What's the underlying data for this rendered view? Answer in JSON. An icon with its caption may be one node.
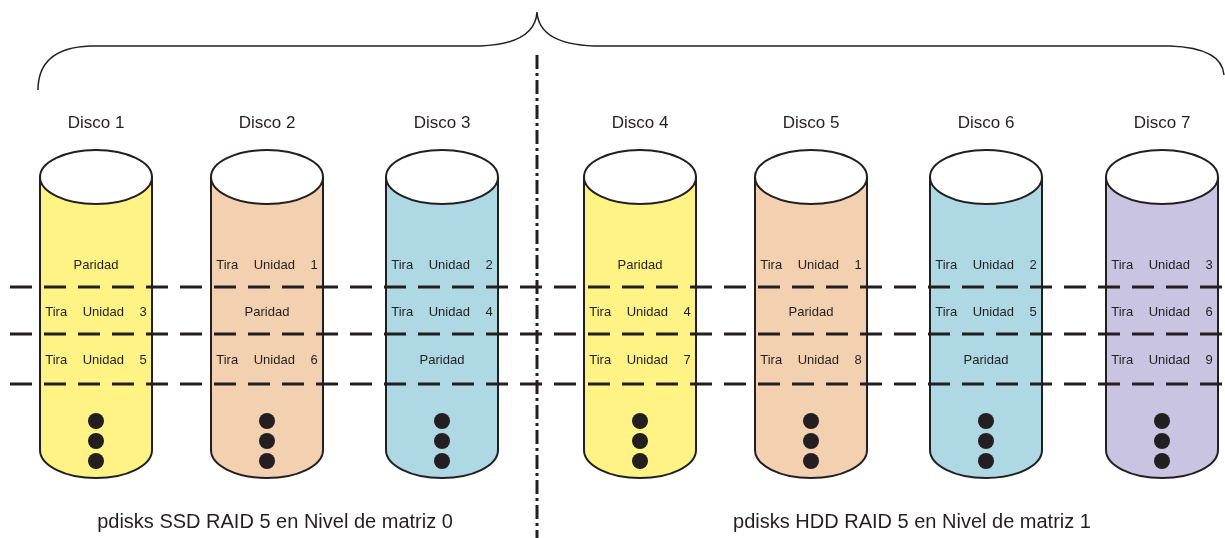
{
  "diagram": {
    "nodes": [
      {
        "text": [
          "Disco 1",
          "Paridad",
          "Tira Unidad 3",
          "Tira Unidad 5"
        ]
      },
      {
        "text": [
          "Disco 2",
          "Tira Unidad 1",
          "Paridad",
          "Tira Unidad 6"
        ]
      },
      {
        "text": [
          "Disco 3",
          "Tira Unidad 2",
          "Tira Unidad 4",
          "Paridad"
        ]
      },
      {
        "text": [
          "Disco 4",
          "Paridad",
          "Tira Unidad 4",
          "Tira Unidad 7"
        ]
      },
      {
        "text": [
          "Disco 5",
          "Tira Unidad 1",
          "Paridad",
          "Tira Unidad 8"
        ]
      },
      {
        "text": [
          "Disco 6",
          "Tira Unidad 2",
          "Tira Unidad 5",
          "Paridad"
        ]
      },
      {
        "text": [
          "Disco 7",
          "Tira Unidad 3",
          "Tira Unidad 6",
          "Tira Unidad 9"
        ]
      }
    ],
    "labels": [
      "pdisks SSD RAID 5 en Nivel de matriz 0",
      "pdisks HDD RAID 5 en Nivel de matriz 1"
    ]
  }
}
